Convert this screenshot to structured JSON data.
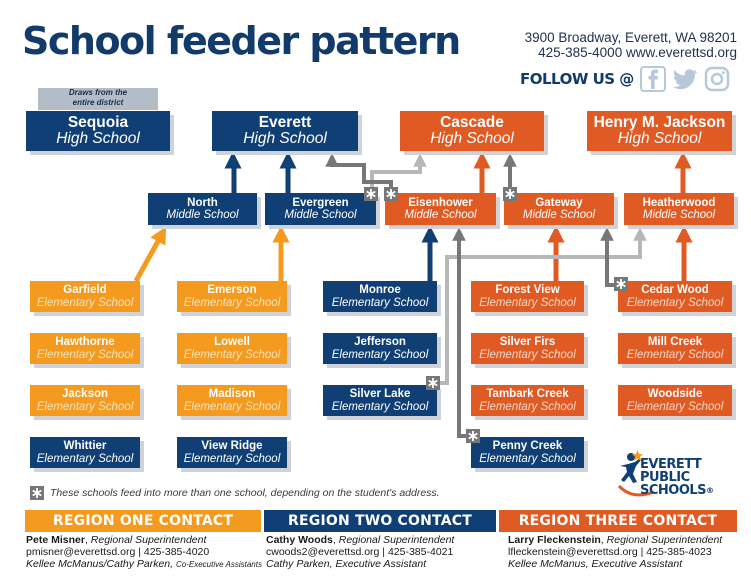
{
  "title": "School feeder pattern",
  "address": {
    "line1": "3900 Broadway, Everett, WA 98201",
    "line2": "425-385-4000 www.everettsd.org"
  },
  "follow_label": "FOLLOW US @",
  "social_icons": [
    "facebook-icon",
    "twitter-icon",
    "instagram-icon"
  ],
  "sequoia_note": {
    "line1": "Draws from the",
    "line2": "entire district"
  },
  "colors": {
    "blue": "#0f3f74",
    "orange": "#e05a24",
    "amber": "#f39a1f",
    "gray": "#777777",
    "light_gray": "#b7b7b7"
  },
  "high_schools": [
    {
      "id": "sequoia",
      "name": "Sequoia",
      "type": "High School",
      "color": "blue"
    },
    {
      "id": "everett",
      "name": "Everett",
      "type": "High School",
      "color": "blue"
    },
    {
      "id": "cascade",
      "name": "Cascade",
      "type": "High School",
      "color": "orange"
    },
    {
      "id": "jackson",
      "name": "Henry M. Jackson",
      "type": "High School",
      "color": "orange"
    }
  ],
  "middle_schools": [
    {
      "id": "north",
      "name": "North",
      "type": "Middle School",
      "color": "blue"
    },
    {
      "id": "evergreen",
      "name": "Evergreen",
      "type": "Middle School",
      "color": "blue"
    },
    {
      "id": "eisenhower",
      "name": "Eisenhower",
      "type": "Middle School",
      "color": "orange"
    },
    {
      "id": "gateway",
      "name": "Gateway",
      "type": "Middle School",
      "color": "orange"
    },
    {
      "id": "heatherwood",
      "name": "Heatherwood",
      "type": "Middle School",
      "color": "orange"
    }
  ],
  "elementary_schools": [
    {
      "id": "garfield",
      "name": "Garfield",
      "type": "Elementary School",
      "color": "amber"
    },
    {
      "id": "emerson",
      "name": "Emerson",
      "type": "Elementary School",
      "color": "amber"
    },
    {
      "id": "monroe",
      "name": "Monroe",
      "type": "Elementary School",
      "color": "blue"
    },
    {
      "id": "forestview",
      "name": "Forest View",
      "type": "Elementary School",
      "color": "orange"
    },
    {
      "id": "cedarwood",
      "name": "Cedar Wood",
      "type": "Elementary School",
      "color": "orange"
    },
    {
      "id": "hawthorne",
      "name": "Hawthorne",
      "type": "Elementary School",
      "color": "amber"
    },
    {
      "id": "lowell",
      "name": "Lowell",
      "type": "Elementary School",
      "color": "amber"
    },
    {
      "id": "jefferson",
      "name": "Jefferson",
      "type": "Elementary School",
      "color": "blue"
    },
    {
      "id": "silverfirs",
      "name": "Silver Firs",
      "type": "Elementary School",
      "color": "orange"
    },
    {
      "id": "millcreek",
      "name": "Mill Creek",
      "type": "Elementary School",
      "color": "orange"
    },
    {
      "id": "jacksonel",
      "name": "Jackson",
      "type": "Elementary School",
      "color": "amber"
    },
    {
      "id": "madison",
      "name": "Madison",
      "type": "Elementary School",
      "color": "amber"
    },
    {
      "id": "silverlake",
      "name": "Silver Lake",
      "type": "Elementary School",
      "color": "blue"
    },
    {
      "id": "tambark",
      "name": "Tambark Creek",
      "type": "Elementary School",
      "color": "orange"
    },
    {
      "id": "woodside",
      "name": "Woodside",
      "type": "Elementary School",
      "color": "orange"
    },
    {
      "id": "whittier",
      "name": "Whittier",
      "type": "Elementary School",
      "color": "blue"
    },
    {
      "id": "viewridge",
      "name": "View Ridge",
      "type": "Elementary School",
      "color": "blue"
    },
    {
      "id": "pennycreek",
      "name": "Penny Creek",
      "type": "Elementary School",
      "color": "blue"
    }
  ],
  "multi_feed_schools": [
    "Evergreen",
    "Eisenhower",
    "Gateway",
    "Cedar Wood",
    "Silver Lake",
    "Penny Creek"
  ],
  "legend": "These schools feed into more than one school, depending on the student's address.",
  "regions": [
    {
      "title": "REGION ONE CONTACT",
      "color": "amber",
      "contact_name": "Pete Misner",
      "contact_role": "Regional Superintendent",
      "contact_line": "pmisner@everettsd.org | 425-385-4020",
      "assistants": "Kellee McManus/Cathy Parken,",
      "assistants_role": "Co-Executive Assistants"
    },
    {
      "title": "REGION TWO CONTACT",
      "color": "blue",
      "contact_name": "Cathy Woods",
      "contact_role": "Regional Superintendent",
      "contact_line": "cwoods2@everettsd.org | 425-385-4021",
      "assistants": "Cathy Parken,",
      "assistants_role": "Executive Assistant"
    },
    {
      "title": "REGION THREE CONTACT",
      "color": "orange",
      "contact_name": "Larry Fleckenstein",
      "contact_role": "Regional Superintendent",
      "contact_line": "lfleckenstein@everettsd.org | 425-385-4023",
      "assistants": "Kellee McManus,",
      "assistants_role": "Executive Assistant"
    }
  ],
  "logo": {
    "line1": "EVERETT",
    "line2": "PUBLIC",
    "line3": "SCHOOLS",
    "mark": "®"
  }
}
